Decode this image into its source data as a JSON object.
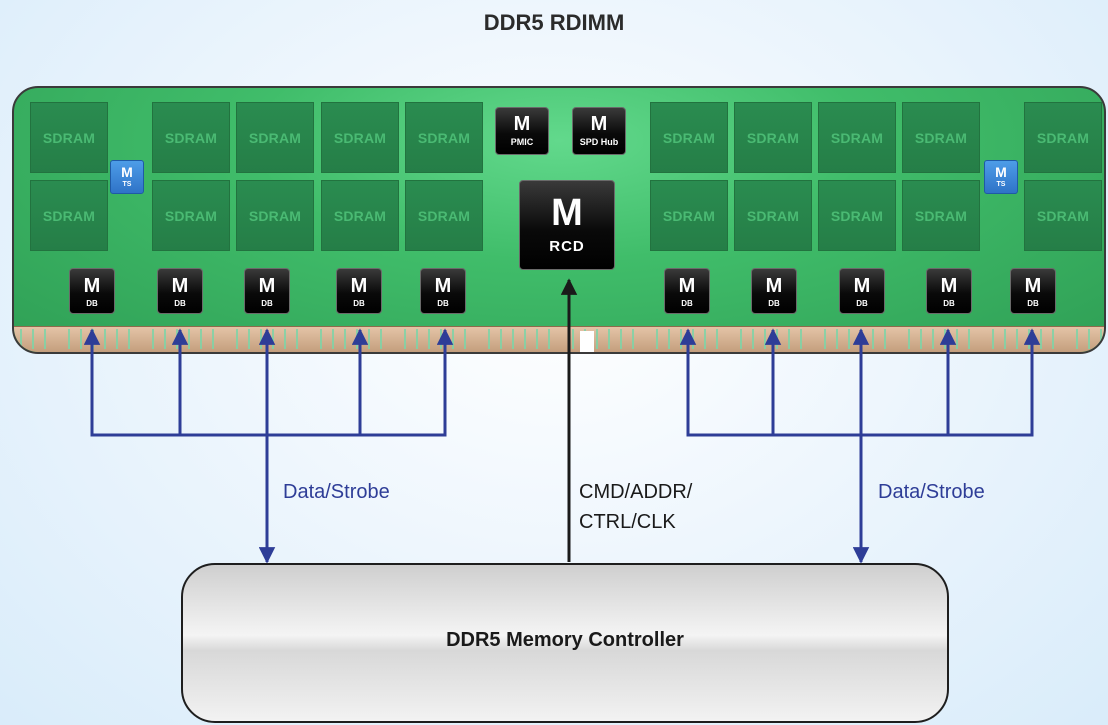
{
  "title": "DDR5 RDIMM",
  "module": {
    "sdram_label": "SDRAM",
    "db_label": "DB",
    "pmic_label": "PMIC",
    "spd_label": "SPD Hub",
    "rcd_label": "RCD",
    "ts_label": "TS",
    "logo_glyph": "M"
  },
  "labels": {
    "data_strobe_left": "Data/Strobe",
    "data_strobe_right": "Data/Strobe",
    "cmd_line1": "CMD/ADDR/",
    "cmd_line2": "CTRL/CLK"
  },
  "controller": {
    "label": "DDR5 Memory Controller"
  },
  "colors": {
    "board_green": "#40bd6a",
    "sdram_green": "#2a8c50",
    "bus_blue": "#2e3d97",
    "cmd_line": "#1a1a1a",
    "ts_blue": "#2f73c7"
  }
}
